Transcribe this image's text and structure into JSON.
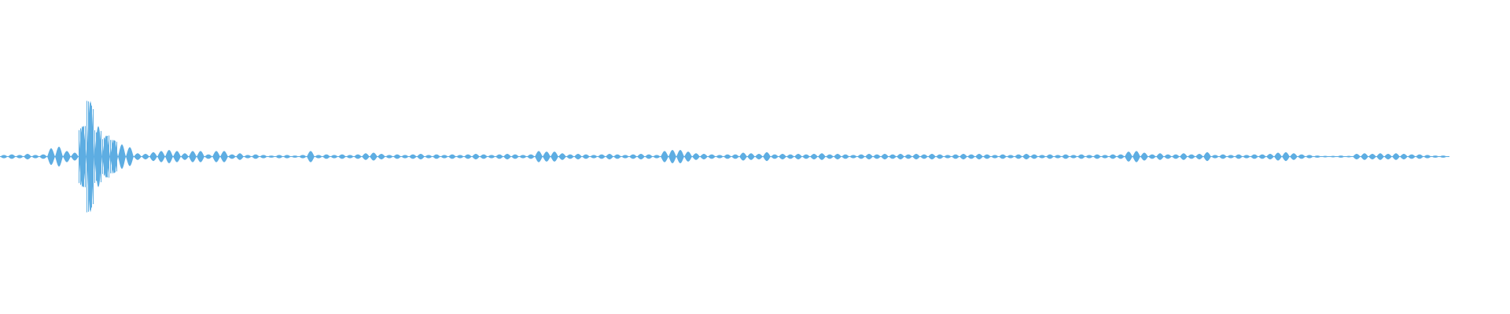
{
  "waveform": {
    "color": "#5dade2",
    "style": "mirrored amplitude envelope",
    "envelope": [
      0.03,
      0.04,
      0.03,
      0.05,
      0.03,
      0.04,
      0.15,
      0.18,
      0.1,
      0.07,
      0.55,
      1.0,
      0.55,
      0.38,
      0.3,
      0.22,
      0.17,
      0.06,
      0.05,
      0.08,
      0.1,
      0.12,
      0.1,
      0.06,
      0.1,
      0.1,
      0.04,
      0.1,
      0.1,
      0.04,
      0.06,
      0.03,
      0.04,
      0.03,
      0.02,
      0.03,
      0.03,
      0.02,
      0.03,
      0.1,
      0.03,
      0.04,
      0.03,
      0.04,
      0.03,
      0.04,
      0.06,
      0.07,
      0.05,
      0.03,
      0.04,
      0.03,
      0.04,
      0.05,
      0.03,
      0.04,
      0.03,
      0.04,
      0.03,
      0.04,
      0.05,
      0.04,
      0.03,
      0.04,
      0.05,
      0.04,
      0.03,
      0.04,
      0.1,
      0.09,
      0.09,
      0.06,
      0.04,
      0.05,
      0.04,
      0.03,
      0.04,
      0.05,
      0.04,
      0.03,
      0.04,
      0.05,
      0.04,
      0.03,
      0.1,
      0.12,
      0.12,
      0.09,
      0.06,
      0.05,
      0.04,
      0.03,
      0.04,
      0.04,
      0.07,
      0.06,
      0.05,
      0.08,
      0.04,
      0.05,
      0.04,
      0.05,
      0.04,
      0.05,
      0.06,
      0.04,
      0.05,
      0.04,
      0.03,
      0.04,
      0.05,
      0.04,
      0.05,
      0.04,
      0.05,
      0.04,
      0.05,
      0.04,
      0.05,
      0.04,
      0.03,
      0.04,
      0.05,
      0.04,
      0.05,
      0.04,
      0.03,
      0.04,
      0.03,
      0.04,
      0.05,
      0.04,
      0.03,
      0.04,
      0.03,
      0.04,
      0.03,
      0.04,
      0.03,
      0.04,
      0.03,
      0.04,
      0.04,
      0.09,
      0.1,
      0.07,
      0.04,
      0.06,
      0.04,
      0.04,
      0.06,
      0.04,
      0.05,
      0.08,
      0.03,
      0.04,
      0.03,
      0.04,
      0.03,
      0.04,
      0.04,
      0.05,
      0.07,
      0.08,
      0.06,
      0.04,
      0.03,
      0.02,
      0.01,
      0.01,
      0.02,
      0.01,
      0.05,
      0.06,
      0.05,
      0.06,
      0.05,
      0.06,
      0.05,
      0.04,
      0.04,
      0.03,
      0.02,
      0.02
    ]
  }
}
